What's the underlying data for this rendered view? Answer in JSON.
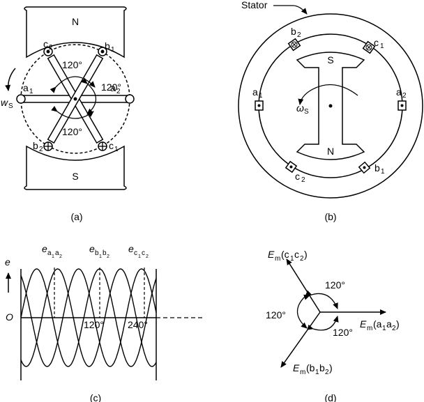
{
  "figure": {
    "panel_a": {
      "caption": "(a)",
      "pole_north": "N",
      "pole_south": "S",
      "speed_symbol": "w",
      "speed_subscript": "S",
      "angle_top": "120°",
      "angle_right": "120°",
      "angle_bottom": "120°",
      "coils": [
        {
          "letter": "a",
          "index": "1"
        },
        {
          "letter": "a",
          "index": "2"
        },
        {
          "letter": "b",
          "index": "1"
        },
        {
          "letter": "b",
          "index": "2"
        },
        {
          "letter": "c",
          "index": "1"
        },
        {
          "letter": "c",
          "index": "2"
        }
      ]
    },
    "panel_b": {
      "caption": "(b)",
      "stator_label": "Stator",
      "pole_south": "S",
      "pole_north": "N",
      "speed_symbol": "ω",
      "speed_subscript": "S",
      "coils": [
        {
          "letter": "a",
          "index": "1"
        },
        {
          "letter": "a",
          "index": "2"
        },
        {
          "letter": "b",
          "index": "1"
        },
        {
          "letter": "b",
          "index": "2"
        },
        {
          "letter": "c",
          "index": "1"
        },
        {
          "letter": "c",
          "index": "2"
        }
      ]
    },
    "panel_c": {
      "caption": "(c)",
      "y_axis_label": "e",
      "origin_label": "O",
      "tick_120": "120°",
      "tick_240": "240°",
      "waves": [
        {
          "symbol": "e",
          "sub1": "a",
          "i1": "1",
          "sub2": "a",
          "i2": "2"
        },
        {
          "symbol": "e",
          "sub1": "b",
          "i1": "1",
          "sub2": "b",
          "i2": "2"
        },
        {
          "symbol": "e",
          "sub1": "c",
          "i1": "1",
          "sub2": "c",
          "i2": "2"
        }
      ]
    },
    "panel_d": {
      "caption": "(d)",
      "angle_top": "120°",
      "angle_left": "120°",
      "angle_bottom": "120°",
      "phasors": [
        {
          "symbol": "E",
          "sub": "m",
          "arg": "(a",
          "i1": "1",
          "mid": "a",
          "i2": "2",
          "close": ")"
        },
        {
          "symbol": "E",
          "sub": "m",
          "arg": "(c",
          "i1": "1",
          "mid": "c",
          "i2": "2",
          "close": ")"
        },
        {
          "symbol": "E",
          "sub": "m",
          "arg": "(b",
          "i1": "1",
          "mid": "b",
          "i2": "2",
          "close": ")"
        }
      ]
    }
  }
}
